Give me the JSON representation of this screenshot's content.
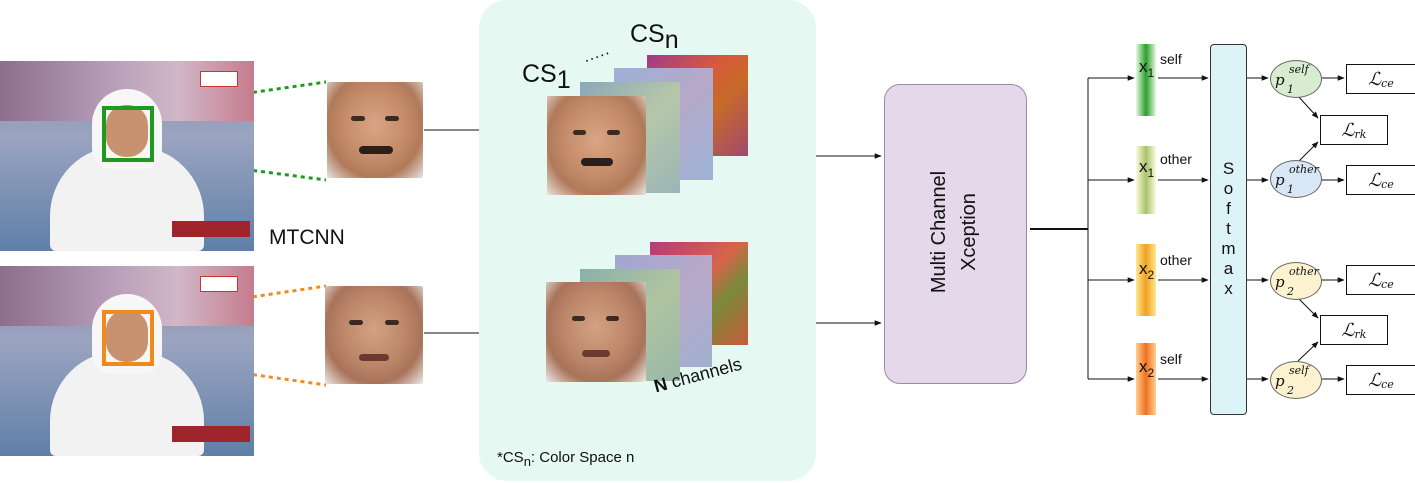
{
  "detector_label": "MTCNN",
  "color_space_first": {
    "base": "CS",
    "sub": "1"
  },
  "color_space_last": {
    "base": "CS",
    "sub": "n"
  },
  "ellipsis": ".....",
  "channels_label": {
    "bold": "N",
    "rest": " channels"
  },
  "footnote": {
    "prefix": "*CS",
    "sub": "n",
    "rest": ": Color Space n"
  },
  "backbone_label": {
    "line1": "Multi Channel",
    "line2": "Xception"
  },
  "softmax_letters": [
    "S",
    "o",
    "f",
    "t",
    "m",
    "a",
    "x"
  ],
  "feature_vectors": [
    {
      "base": "x",
      "sub": "1",
      "tag": "self",
      "color": "#2aa02a"
    },
    {
      "base": "x",
      "sub": "1",
      "tag": "other",
      "color": "#c8dc6a"
    },
    {
      "base": "x",
      "sub": "2",
      "tag": "other",
      "color": "#f0b020"
    },
    {
      "base": "x",
      "sub": "2",
      "tag": "self",
      "color": "#f08020"
    }
  ],
  "probabilities": [
    {
      "base": "p",
      "sub": "1",
      "sup": "self",
      "color": "#d8ecd0"
    },
    {
      "base": "p",
      "sub": "1",
      "sup": "other",
      "color": "#d8e6f6"
    },
    {
      "base": "p",
      "sub": "2",
      "sup": "other",
      "color": "#fcf2d0"
    },
    {
      "base": "p",
      "sub": "2",
      "sup": "self",
      "color": "#fcf2d0"
    }
  ],
  "losses": {
    "ce": {
      "base": "ℒ",
      "sub": "ce"
    },
    "rk": {
      "base": "ℒ",
      "sub": "rk"
    }
  },
  "colors": {
    "panel_bg": "#e6f8f2",
    "backbone_bg": "#e4d8ea",
    "softmax_bg": "#dcf4f8",
    "box_green": "#1f9a1f",
    "box_orange": "#f08a1e"
  }
}
